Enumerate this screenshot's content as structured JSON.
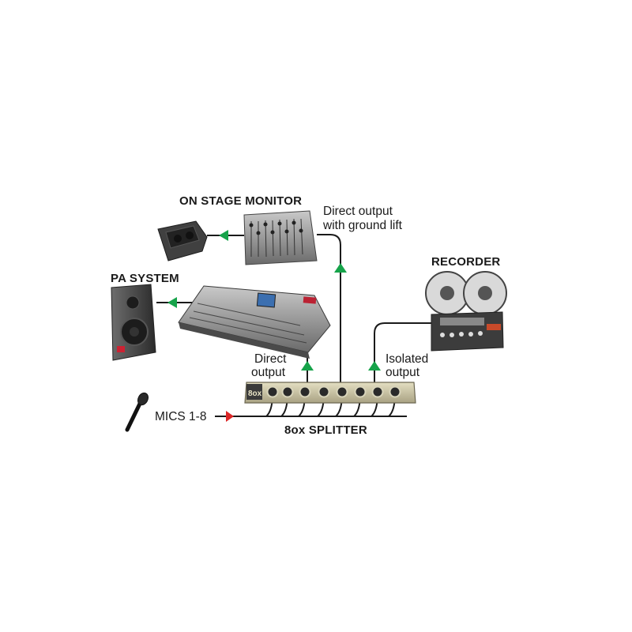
{
  "labels": {
    "on_stage_monitor": "ON STAGE MONITOR",
    "direct_output_ground_line1": "Direct output",
    "direct_output_ground_line2": "with ground lift",
    "recorder": "RECORDER",
    "pa_system": "PA SYSTEM",
    "direct_output_line1": "Direct",
    "direct_output_line2": "output",
    "isolated_output_line1": "Isolated",
    "isolated_output_line2": "output",
    "mics": "MICS 1-8",
    "splitter": "8ox SPLITTER",
    "splitter_logo": "8ox"
  },
  "colors": {
    "signal_arrow": "#16a34a",
    "input_arrow": "#dc2626",
    "cable": "#1a1a1a",
    "splitter_body": "#cfc9a6"
  },
  "icons": [
    "microphone-icon",
    "splitter-unit",
    "mixing-console",
    "monitor-mixer",
    "stage-monitor-speaker",
    "pa-speaker",
    "reel-recorder"
  ]
}
